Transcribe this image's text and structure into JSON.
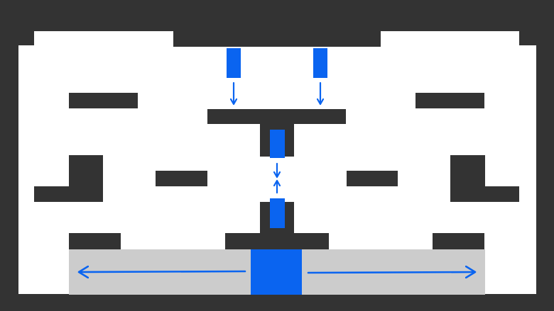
{
  "colors": {
    "background": "#333333",
    "floor": "#ffffff",
    "wall": "#333333",
    "block": "#0a64f0",
    "zone": "#cccccc"
  },
  "elements": {
    "blocks": [
      "block-top-left",
      "block-top-right",
      "block-center-upper",
      "block-center-lower",
      "block-bottom-large"
    ],
    "arrows": [
      "arrow-down-left",
      "arrow-down-right",
      "arrow-center-down",
      "arrow-center-up",
      "arrow-bottom-left",
      "arrow-bottom-right"
    ]
  }
}
